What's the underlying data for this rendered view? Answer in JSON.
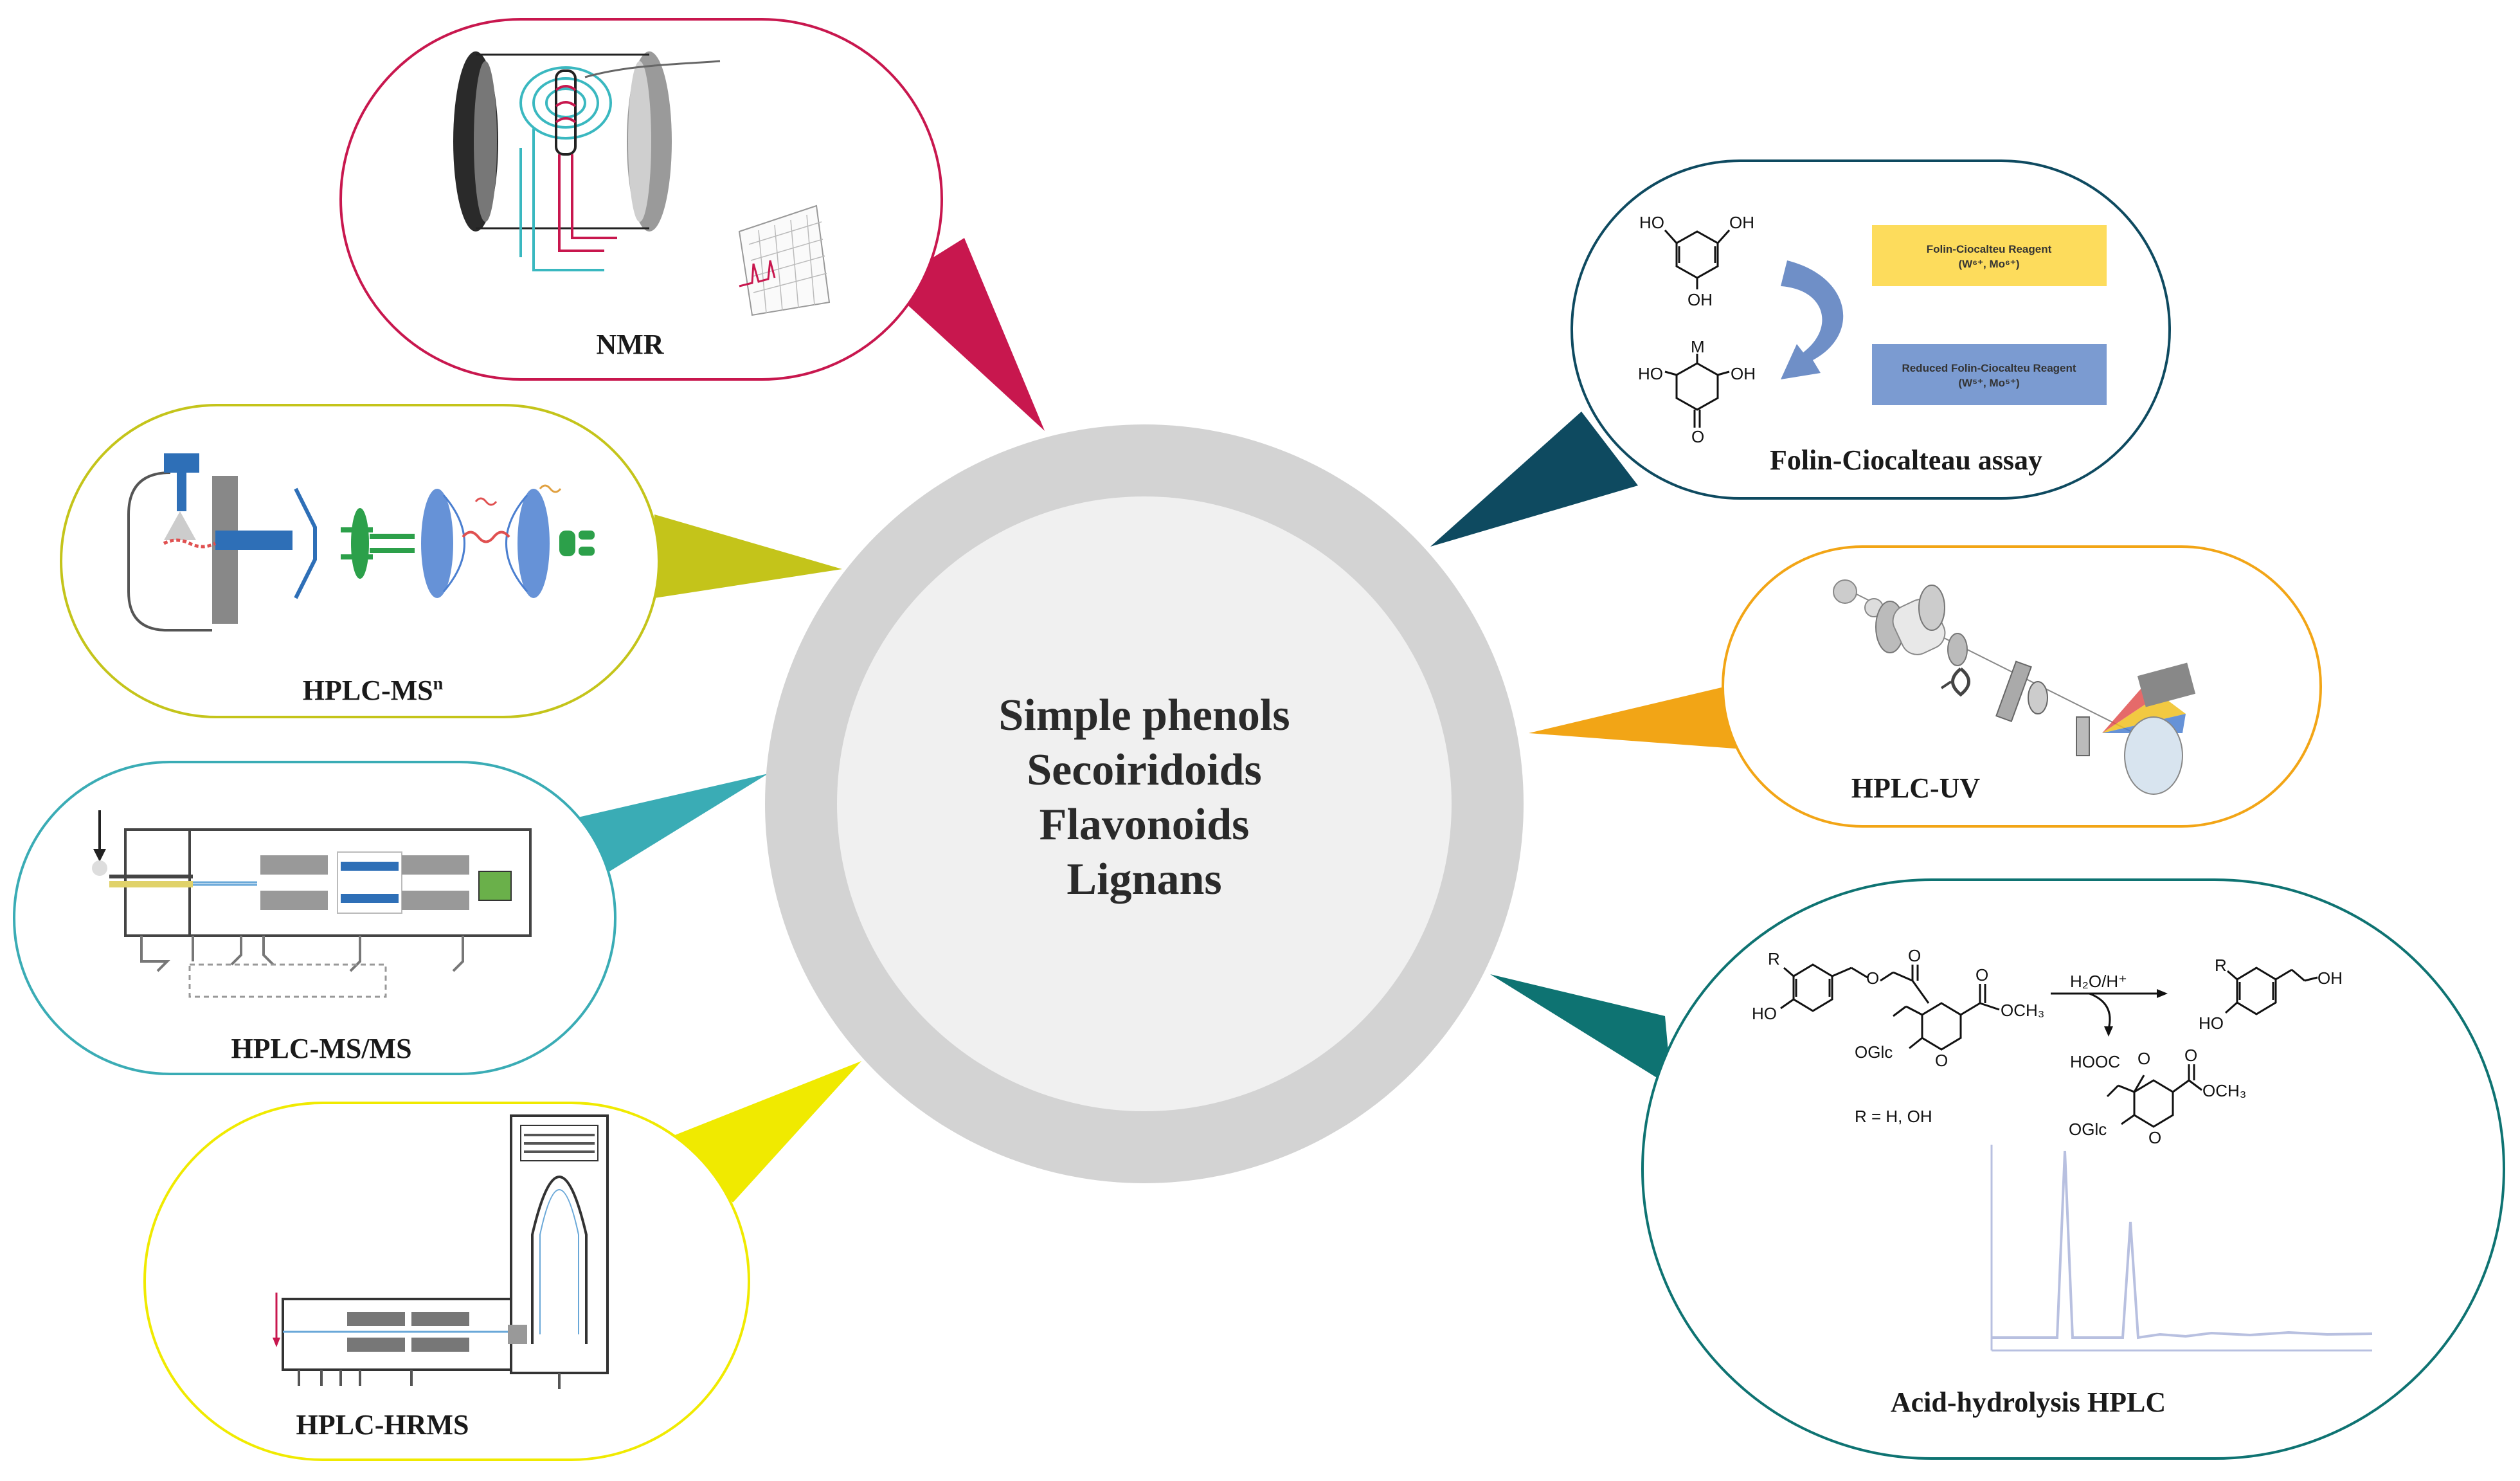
{
  "center": {
    "lines": [
      "Simple phenols",
      "Secoiridoids",
      "Flavonoids",
      "Lignans"
    ]
  },
  "techniques": {
    "nmr": "NMR",
    "msn_base": "HPLC-MS",
    "msn_sup": "n",
    "msms": "HPLC-MS/MS",
    "hrms": "HPLC-HRMS",
    "folin": "Folin-Ciocalteau assay",
    "uv": "HPLC-UV",
    "acid": "Acid-hydrolysis HPLC"
  },
  "folin_box": {
    "reagent": "Folin-Ciocalteu Reagent",
    "reagent_ions": "(W⁶⁺, Mo⁶⁺)",
    "reduced": "Reduced Folin-Ciocalteu Reagent",
    "reduced_ions": "(W⁵⁺, Mo⁵⁺)",
    "ho": "HO",
    "oh": "OH",
    "oh_bottom": "OH",
    "ho2": "HO",
    "oh2": "OH",
    "m": "M",
    "o": "O"
  },
  "acid_box": {
    "r_label": "R",
    "ho": "HO",
    "och3": "OCH₃",
    "oglc": "OGlc",
    "reagent": "H₂O/H⁺",
    "r_values": "R = H, OH",
    "product_r": "R",
    "product_ho": "HO",
    "product_oh": "OH",
    "hooc": "HOOC",
    "och3_2": "OCH₃",
    "oglc_2": "OGlc",
    "o_ring": "O",
    "o_ring2": "O",
    "o_carbonyl": "O",
    "o_ester": "O",
    "o_carbonyl2": "O",
    "o_carbonyl3": "O"
  },
  "colors": {
    "nmr": "#c8174e",
    "msn": "#c4c41a",
    "msms": "#3aacb5",
    "hrms": "#f0ea00",
    "folin": "#0e4a60",
    "uv": "#f2a516",
    "acid": "#0e7372",
    "ring": "#d3d3d3",
    "inner": "#f0f0f0"
  }
}
